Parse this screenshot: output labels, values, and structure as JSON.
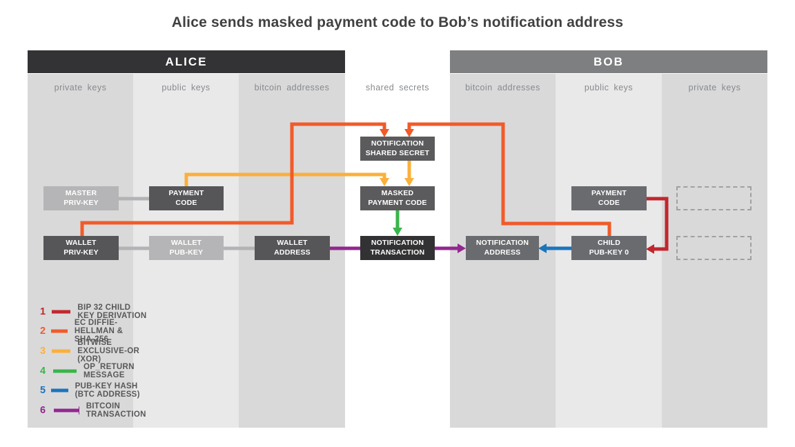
{
  "title": "Alice sends masked payment code to Bob’s notification address",
  "colors": {
    "red": "#c1272d",
    "orange": "#f15a29",
    "yellow": "#fbb03b",
    "green": "#39b54a",
    "blue": "#1b75bc",
    "purple": "#92278f",
    "gray_connector": "#b3b3b5"
  },
  "alice": {
    "header": "ALICE",
    "columns": [
      "private keys",
      "public keys",
      "bitcoin addresses"
    ]
  },
  "bob": {
    "header": "BOB",
    "columns": [
      "bitcoin addresses",
      "public keys",
      "private keys"
    ]
  },
  "center": {
    "column_label": "shared secrets"
  },
  "boxes": {
    "master_priv_key": {
      "line1": "MASTER",
      "line2": "PRIV-KEY"
    },
    "payment_code_alice": {
      "line1": "PAYMENT",
      "line2": "CODE"
    },
    "wallet_priv_key": {
      "line1": "WALLET",
      "line2": "PRIV-KEY"
    },
    "wallet_pub_key": {
      "line1": "WALLET",
      "line2": "PUB-KEY"
    },
    "wallet_address": {
      "line1": "WALLET",
      "line2": "ADDRESS"
    },
    "notification_shared_secret": {
      "line1": "NOTIFICATION",
      "line2": "SHARED SECRET"
    },
    "masked_payment_code": {
      "line1": "MASKED",
      "line2": "PAYMENT CODE"
    },
    "notification_transaction": {
      "line1": "NOTIFICATION",
      "line2": "TRANSACTION"
    },
    "notification_address": {
      "line1": "NOTIFICATION",
      "line2": "ADDRESS"
    },
    "child_pub_key_0": {
      "line1": "CHILD",
      "line2": "PUB-KEY 0"
    },
    "payment_code_bob": {
      "line1": "PAYMENT",
      "line2": "CODE"
    }
  },
  "legend": {
    "items": [
      {
        "num": "1",
        "label": "BIP 32 CHILD KEY DERIVATION",
        "color_key": "red"
      },
      {
        "num": "2",
        "label": "EC DIFFIE-HELLMAN & SHA-256",
        "color_key": "orange"
      },
      {
        "num": "3",
        "label": "BITWISE EXCLUSIVE-OR (XOR)",
        "color_key": "yellow"
      },
      {
        "num": "4",
        "label": "OP_RETURN MESSAGE",
        "color_key": "green"
      },
      {
        "num": "5",
        "label": "PUB-KEY HASH (BTC ADDRESS)",
        "color_key": "blue"
      },
      {
        "num": "6",
        "label": "BITCOIN TRANSACTION",
        "color_key": "purple"
      }
    ]
  }
}
